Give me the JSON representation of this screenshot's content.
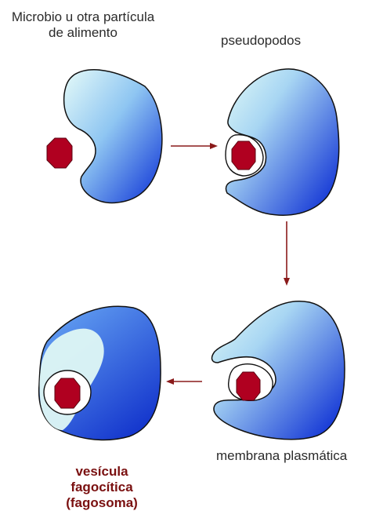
{
  "labels": {
    "microbe_line1": "Microbio u otra partícula",
    "microbe_line2": "de alimento",
    "pseudopods": "pseudopodos",
    "membrane": "membrana plasmática",
    "vesicle_line1": "vesícula fagocítica",
    "vesicle_line2": "(fagosoma)"
  },
  "colors": {
    "cell_light": "#dff7f5",
    "cell_mid": "#7fb8f0",
    "cell_dark": "#0a2fd6",
    "particle": "#b00020",
    "arrow": "#8a1a1a",
    "outline": "#111111"
  },
  "stages": [
    "approach",
    "pseudopods",
    "engulfing",
    "phagosome"
  ]
}
